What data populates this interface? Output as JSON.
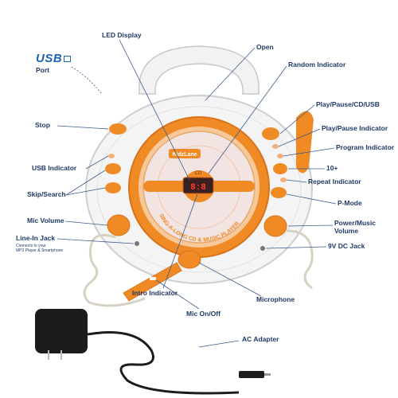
{
  "usb_port": {
    "logo_text": "USB",
    "label": "Port"
  },
  "labels": {
    "led_display": "LED Display",
    "open": "Open",
    "random_indicator": "Random Indicator",
    "play_pause_cd_usb": "Play/Pause/CD/USB",
    "play_pause_indicator": "Play/Pause Indicator",
    "program_indicator": "Program Indicator",
    "plus_ten": "10+",
    "repeat_indicator": "Repeat Indicator",
    "p_mode": "P-Mode",
    "power_music_volume_line1": "Power/Music",
    "power_music_volume_line2": "Volume",
    "dc_jack": "9V DC Jack",
    "stop": "Stop",
    "usb_indicator": "USB Indicator",
    "skip_search": "Skip/Search",
    "mic_volume": "Mic Volume",
    "line_in_jack": "Line-In Jack",
    "line_in_note_1": "Connects to your",
    "line_in_note_2": "MP3 Player & Smartphone",
    "intro_indicator": "Intro Indicator",
    "mic_on_off": "Mic On/Off",
    "microphone": "Microphone",
    "ac_adapter": "AC Adapter"
  },
  "device": {
    "brand": "KidzLane",
    "disc_text": "SING-A-LONG CD & MUSIC PLAYER",
    "display_readout": "8:8",
    "display_cd_tag": "CD"
  },
  "colors": {
    "accent_orange": "#f08a24",
    "body_white": "#f4f4f4",
    "label_navy": "#1f3a66",
    "leader_blue": "#3b5b8c",
    "usb_blue": "#1f63b5",
    "adapter_black": "#1c1c1c",
    "cord_cream": "#d8d2c4"
  }
}
